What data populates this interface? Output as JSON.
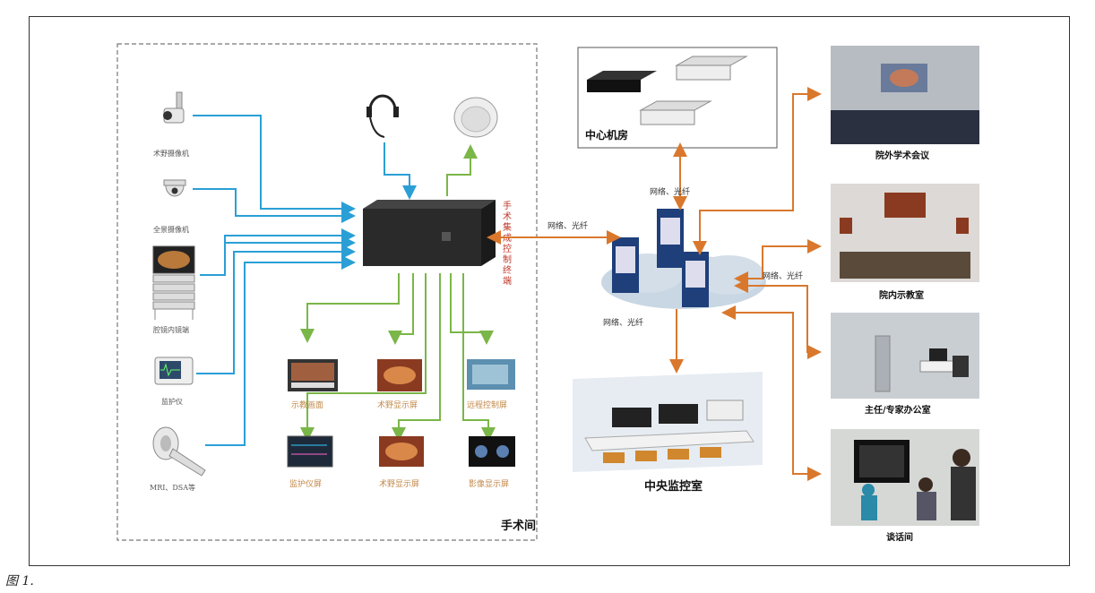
{
  "caption": "图 1.",
  "operating_room": {
    "title": "手术间",
    "controller_label": "手术集成控制终端",
    "inputs": [
      {
        "label": "术野摄像机",
        "icon": "surgical-camera-icon"
      },
      {
        "label": "全景摄像机",
        "icon": "dome-camera-icon"
      },
      {
        "label": "腔镜内镜端",
        "icon": "endoscope-tower-icon"
      },
      {
        "label": "监护仪",
        "icon": "patient-monitor-icon"
      },
      {
        "label": "MRI、DSA等",
        "icon": "mri-scanner-icon"
      }
    ],
    "audio": [
      {
        "icon": "headset-microphone-icon"
      },
      {
        "icon": "ceiling-speaker-icon"
      }
    ],
    "outputs": [
      {
        "label": "示教画面",
        "icon": "lecture-screen-icon"
      },
      {
        "label": "术野显示屏",
        "icon": "surgical-field-screen-icon"
      },
      {
        "label": "远程控制屏",
        "icon": "remote-control-screen-icon"
      },
      {
        "label": "监护仪屏",
        "icon": "monitor-screen-icon"
      },
      {
        "label": "术野显示屏",
        "icon": "surgical-field-screen-icon"
      },
      {
        "label": "影像显示屏",
        "icon": "imaging-screen-icon"
      }
    ]
  },
  "data_center": {
    "label": "中心机房",
    "icon": "rack-server-icon"
  },
  "network": {
    "link_labels": [
      "网络、光纤",
      "网络、光纤",
      "网络、光纤",
      "网络、光纤"
    ],
    "icon": "server-cloud-icon"
  },
  "control_room": {
    "label": "中央监控室",
    "icon": "control-room-icon"
  },
  "destinations": [
    {
      "label": "院外学术会议",
      "icon": "auditorium-icon"
    },
    {
      "label": "院内示教室",
      "icon": "classroom-icon"
    },
    {
      "label": "主任/专家办公室",
      "icon": "office-icon"
    },
    {
      "label": "谈话间",
      "icon": "consultation-room-icon"
    }
  ],
  "colors": {
    "input_arrow": "#2a9fd6",
    "output_arrow": "#7ab648",
    "network_arrow": "#d9782d",
    "dashed_border": "#777777"
  }
}
